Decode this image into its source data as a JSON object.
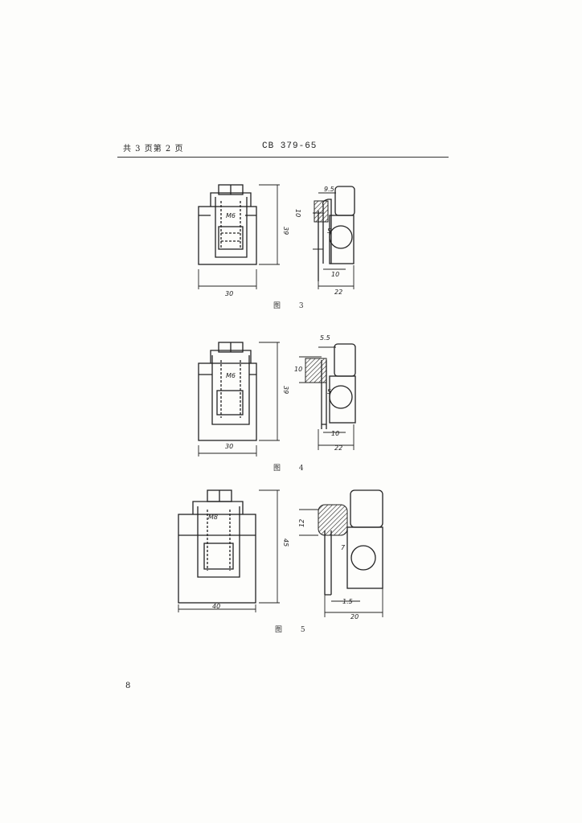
{
  "header": {
    "left": "共 3 页第 2 页",
    "code": "CB 379-65"
  },
  "figures": [
    {
      "caption": "图 3",
      "labels": {
        "thread": "M6",
        "height": "39",
        "width": "30",
        "top_offset": "9.5",
        "side_dim": "10",
        "hole_dim": "5",
        "bottom_inner": "10",
        "bottom_outer": "22"
      }
    },
    {
      "caption": "图 4",
      "labels": {
        "thread": "M6",
        "height": "39",
        "width": "30",
        "top_offset": "5.5",
        "side_dim": "10",
        "hole_dim": "5",
        "bottom_inner": "10",
        "bottom_outer": "22"
      }
    },
    {
      "caption": "图 5",
      "labels": {
        "thread": "M8",
        "height": "45",
        "width": "40",
        "side_dim": "12",
        "inner_dim": "7",
        "bottom_inner": "1.5",
        "bottom_outer": "20"
      }
    }
  ],
  "page_number": "8"
}
